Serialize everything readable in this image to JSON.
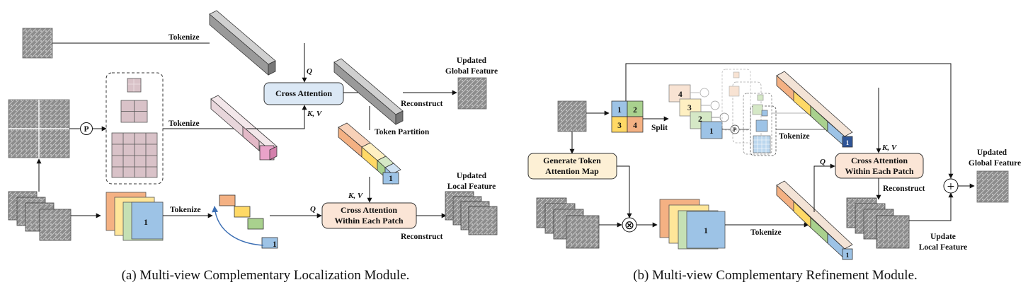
{
  "panel_a": {
    "caption": "(a) Multi-view Complementary Localization Module.",
    "tokenize_top": "Tokenize",
    "tokenize_mid": "Tokenize",
    "tokenize_bottom": "Tokenize",
    "p_symbol": "P",
    "cross_attention": "Cross Attention",
    "q_top": "Q",
    "kv_top": "K, V",
    "reconstruct_top": "Reconstruct",
    "updated_global_feature": [
      "Updated",
      "Global Feature"
    ],
    "token_partition": "Token Partition",
    "cross_attention_patch": [
      "Cross Attention",
      "Within Each Patch"
    ],
    "kv_bottom": "K, V",
    "q_bottom": "Q",
    "reconstruct_bottom": "Reconstruct",
    "updated_local_feature": [
      "Updated",
      "Local Feature"
    ],
    "one_labels": [
      "1",
      "1",
      "1"
    ]
  },
  "panel_b": {
    "caption": "(b) Multi-view Complementary Refinement Module.",
    "grid_numbers": [
      "1",
      "2",
      "3",
      "4"
    ],
    "split": "Split",
    "stack_numbers": [
      "4",
      "3",
      "2",
      "1"
    ],
    "p_symbol": "P",
    "tokenize_top": "Tokenize",
    "generate_token_attention_map": [
      "Generate Token",
      "Attention Map"
    ],
    "multiply_symbol": "⊗",
    "one_labels": [
      "1",
      "1",
      "1"
    ],
    "tokenize_bottom": "Tokenize",
    "q": "Q",
    "kv": "K, V",
    "cross_attention_patch": [
      "Cross Attention",
      "Within Each Patch"
    ],
    "reconstruct": "Reconstruct",
    "update_local_feature": [
      "Update",
      "Local Feature"
    ],
    "plus_symbol": "+",
    "updated_global_feature": [
      "Updated",
      "Global Feature"
    ]
  },
  "colors": {
    "cross_attention_fill": "#dbe8f5",
    "patch_attention_fill": "#fbe5d6",
    "token_attention_fill": "#fdf0d5",
    "orange": "#f4b183",
    "yellow": "#ffd966",
    "green": "#a9d18e",
    "blue": "#9dc3e6",
    "pink": "#e9a3c9",
    "gray_bar": "#a6a6a6"
  }
}
